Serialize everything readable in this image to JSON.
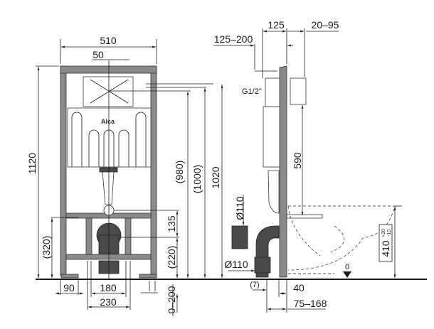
{
  "drawing": {
    "brand_logo": "Alca",
    "front_view": {
      "width_total": "510",
      "flush_offset": "50",
      "height_total": "1120",
      "height_980": "(980)",
      "height_1000": "(1000)",
      "height_1020": "1020",
      "drain_offset": "135",
      "drain_height": "(220)",
      "crossbar_height": "(320)",
      "foot_width": "90",
      "bracket_inner": "180",
      "bracket_outer": "230",
      "leg_adjust": "0–200"
    },
    "side_view": {
      "depth": "125",
      "panel_offset": "20–95",
      "valve_range": "125–200",
      "inlet_thread": "G1/2\"",
      "bolt_height": "590",
      "inlet_diameter": "Ø110",
      "outlet_diameter": "Ø110",
      "outlet_offset": "(7)",
      "frame_depth": "40",
      "outlet_range": "75–168",
      "seat_height": "410",
      "seat_tol_plus": "+20",
      "seat_tol_minus": "-10",
      "floor_level": "0"
    }
  }
}
